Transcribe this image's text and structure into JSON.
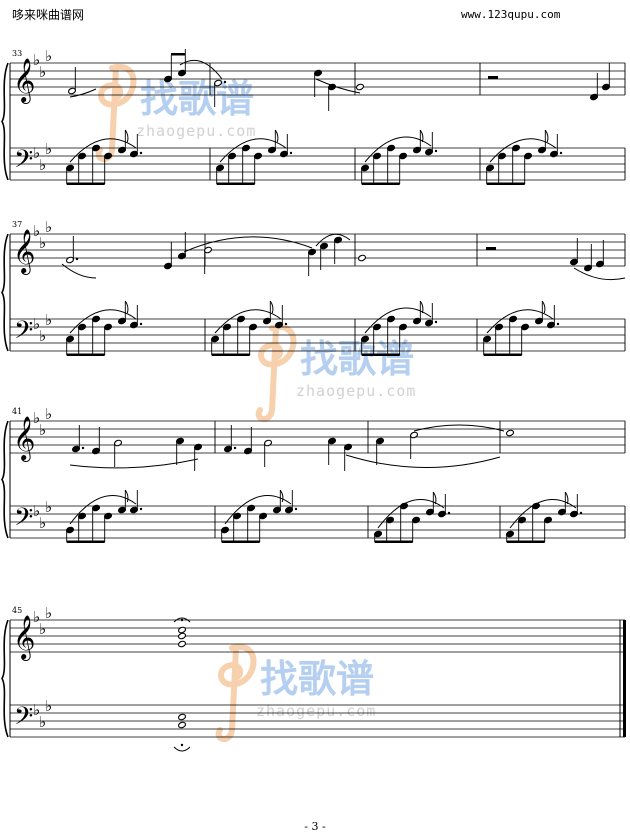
{
  "header": {
    "site_name": "哆来咪曲谱网",
    "site_url": "www.123qupu.com"
  },
  "footer": {
    "page_number": "- 3 -"
  },
  "score": {
    "key_signature": "3 flats",
    "clefs": [
      "treble",
      "bass"
    ],
    "systems": [
      {
        "first_measure": "33",
        "measures": 4
      },
      {
        "first_measure": "37",
        "measures": 4
      },
      {
        "first_measure": "41",
        "measures": 4
      },
      {
        "first_measure": "45",
        "measures": 1,
        "final_barline": true
      }
    ]
  },
  "watermark": {
    "chinese": "找歌谱",
    "latin": "zhaogepu.com",
    "colors": {
      "clef": "#f6c8a0",
      "text": "#a9c7ef"
    }
  }
}
